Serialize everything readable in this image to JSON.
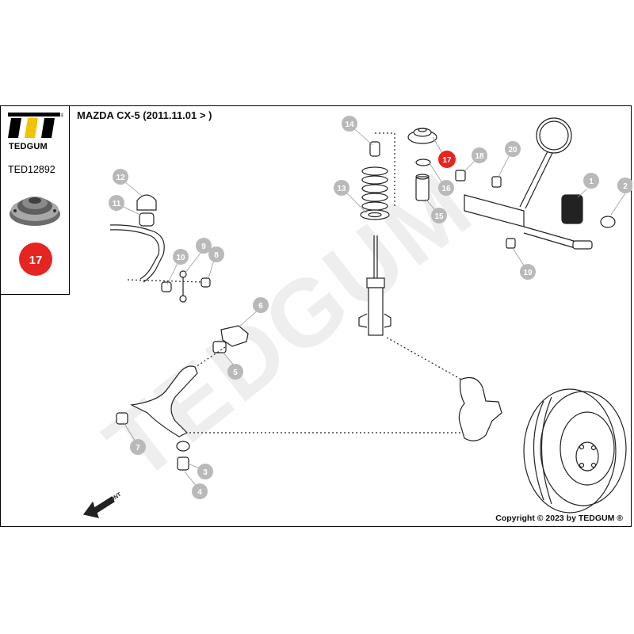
{
  "brand": {
    "name": "TEDGUM",
    "registered_mark": "®"
  },
  "part_number": "TED12892",
  "vehicle_title": "MAZDA CX-5  (2011.11.01 > )",
  "highlighted_part": "17",
  "watermark": "TEDGUM",
  "front_label": "FRONT",
  "copyright": "Copyright © 2023 by TEDGUM ®",
  "callouts": [
    "1",
    "2",
    "3",
    "4",
    "5",
    "6",
    "7",
    "8",
    "9",
    "10",
    "11",
    "12",
    "13",
    "14",
    "15",
    "16",
    "17",
    "18",
    "19",
    "20"
  ],
  "colors": {
    "highlight": "#e52521",
    "callout_grey": "#b9b9b9",
    "logo_yellow": "#f2c200",
    "watermark": "#eeeeee"
  }
}
